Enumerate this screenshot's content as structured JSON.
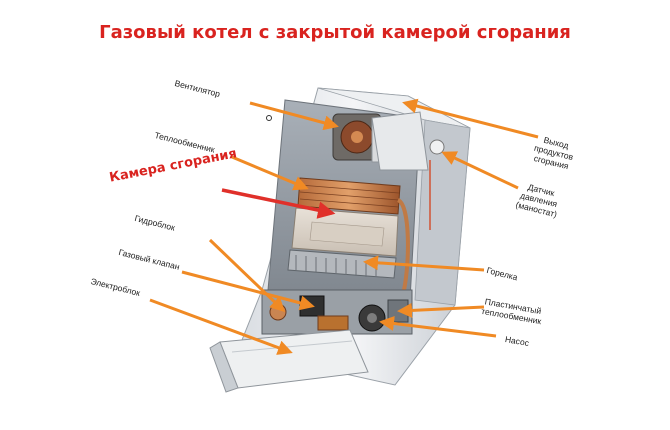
{
  "title": "Газовый котел с закрытой камерой сгорания",
  "callout": {
    "line1": "Камера сгорания",
    "line2": ""
  },
  "labels": {
    "fan": "Вентилятор",
    "heat_exchanger": "Теплообменник",
    "hydroblock": "Гидроблок",
    "gas_valve": "Газовый клапан",
    "electroblock": "Электроблок",
    "flue_outlet": "Выход\nпродуктов\nсгорания",
    "pressure_sensor": "Датчик\nдавления\n(маностат)",
    "burner": "Горелка",
    "plate_exchanger": "Пластинчатый\nтеплообменник",
    "pump": "Насос"
  },
  "colors": {
    "title": "#d9231f",
    "arrow": "#f08a24",
    "callout_arrow": "#e0302a"
  }
}
